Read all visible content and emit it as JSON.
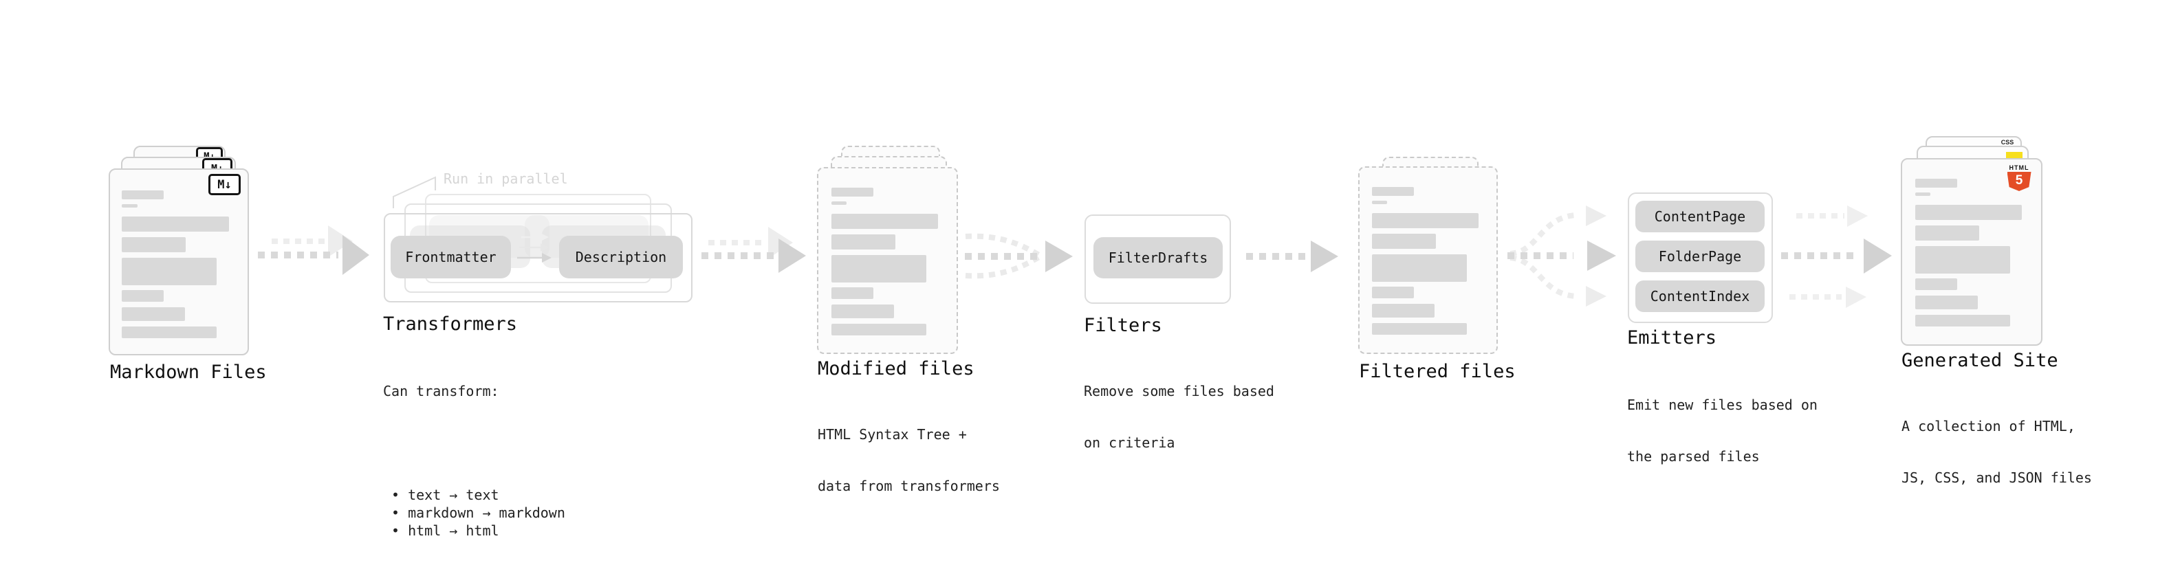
{
  "diagram": {
    "markdown": {
      "label": "Markdown Files",
      "badge": "M↓"
    },
    "transformers": {
      "callout": "Run in parallel",
      "step_from": "Frontmatter",
      "step_to": "Description",
      "title": "Transformers",
      "desc_heading": "Can transform:",
      "bullets": [
        "• text → text",
        "• markdown → markdown",
        "• html → html"
      ]
    },
    "modified": {
      "title": "Modified files",
      "desc": [
        "HTML Syntax Tree +",
        "data from transformers"
      ]
    },
    "filters": {
      "pill": "FilterDrafts",
      "title": "Filters",
      "desc": [
        "Remove some files based",
        "on criteria"
      ]
    },
    "filtered": {
      "title": "Filtered files"
    },
    "emitters": {
      "pills": [
        "ContentPage",
        "FolderPage",
        "ContentIndex"
      ],
      "title": "Emitters",
      "desc": [
        "Emit new files based on",
        "the parsed files"
      ]
    },
    "generated": {
      "title": "Generated Site",
      "desc": [
        "A collection of HTML,",
        "JS, CSS, and JSON files"
      ],
      "css_label": "CSS",
      "html_label": "HTML",
      "html_number": "5"
    },
    "colors": {
      "html5_orange": "#e44d26",
      "js_yellow": "#f7df1e",
      "css_blue": "#2d53e5",
      "doc_bar_gray": "#d9d9d9",
      "arrow_gray": "#d8d8d8"
    }
  }
}
